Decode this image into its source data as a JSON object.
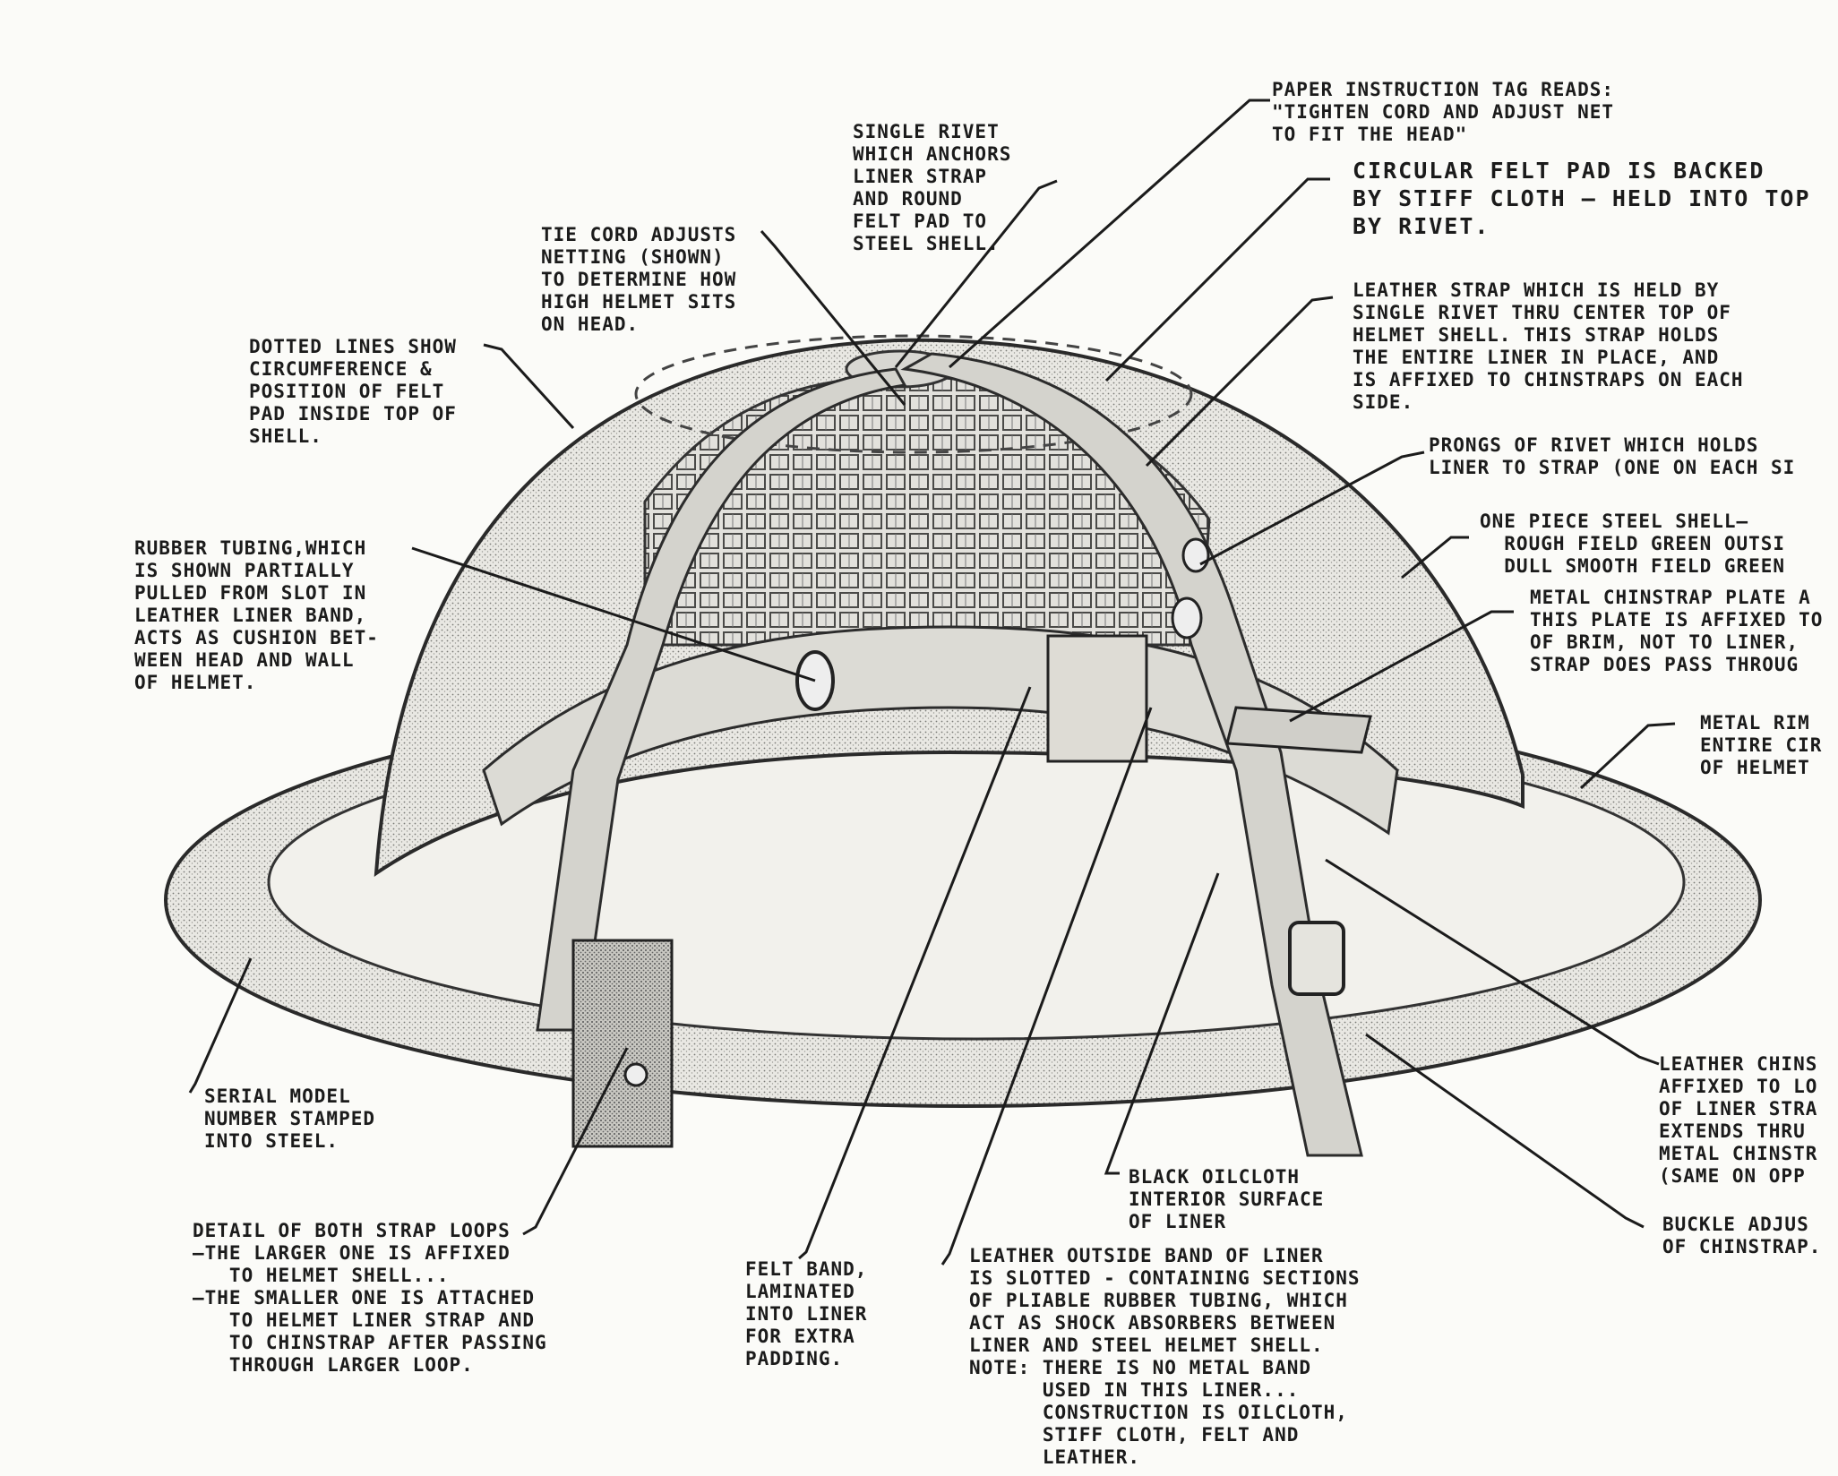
{
  "callouts": {
    "paper_tag": [
      "PAPER INSTRUCTION TAG READS:",
      "\"TIGHTEN CORD AND ADJUST NET",
      "TO FIT THE HEAD\""
    ],
    "single_rivet": [
      "SINGLE RIVET",
      "WHICH ANCHORS",
      "LINER STRAP",
      "AND ROUND",
      "FELT PAD TO",
      "STEEL SHELL."
    ],
    "felt_pad": [
      "CIRCULAR FELT PAD IS BACKED",
      "BY STIFF CLOTH — HELD INTO TOP",
      "BY RIVET."
    ],
    "tie_cord": [
      "TIE CORD ADJUSTS",
      "NETTING (SHOWN)",
      "TO DETERMINE HOW",
      "HIGH HELMET SITS",
      "ON HEAD."
    ],
    "leather_strap": [
      "LEATHER STRAP WHICH IS HELD BY",
      "SINGLE RIVET THRU CENTER TOP OF",
      "HELMET SHELL. THIS STRAP HOLDS",
      "THE ENTIRE LINER IN PLACE, AND",
      "IS AFFIXED TO CHINSTRAPS ON EACH",
      "SIDE."
    ],
    "dotted_lines": [
      "DOTTED LINES SHOW",
      "CIRCUMFERENCE &",
      "POSITION OF FELT",
      "PAD INSIDE TOP OF",
      "SHELL."
    ],
    "prongs": [
      "PRONGS OF RIVET WHICH HOLDS",
      "LINER TO STRAP (ONE ON EACH SI"
    ],
    "steel_shell": [
      "ONE PIECE STEEL SHELL—",
      "  ROUGH FIELD GREEN OUTSI",
      "  DULL SMOOTH FIELD GREEN"
    ],
    "rubber_tubing": [
      "RUBBER TUBING,WHICH",
      "IS SHOWN PARTIALLY",
      "PULLED FROM SLOT IN",
      "LEATHER LINER BAND,",
      "ACTS AS CUSHION BET-",
      "WEEN HEAD AND WALL",
      "OF HELMET."
    ],
    "chinstrap_plate": [
      "METAL CHINSTRAP PLATE A",
      "THIS PLATE IS AFFIXED TO",
      "OF BRIM, NOT TO LINER,",
      "STRAP DOES PASS THROUG"
    ],
    "metal_rim": [
      "METAL RIM",
      "ENTIRE CIR",
      "OF HELMET"
    ],
    "serial": [
      "SERIAL MODEL",
      "NUMBER STAMPED",
      "INTO STEEL."
    ],
    "leather_chinstrap": [
      "LEATHER CHINS",
      "AFFIXED TO LO",
      "OF LINER STRA",
      "EXTENDS THRU",
      "METAL CHINSTR",
      "(SAME ON OPP"
    ],
    "oilcloth": [
      "BLACK OILCLOTH",
      "INTERIOR SURFACE",
      "OF LINER"
    ],
    "buckle": [
      "BUCKLE ADJUS",
      "OF CHINSTRAP."
    ],
    "strap_loops": [
      "DETAIL OF BOTH STRAP LOOPS",
      "—THE LARGER ONE IS AFFIXED",
      "   TO HELMET SHELL...",
      "—THE SMALLER ONE IS ATTACHED",
      "   TO HELMET LINER STRAP AND",
      "   TO CHINSTRAP AFTER PASSING",
      "   THROUGH LARGER LOOP."
    ],
    "felt_band": [
      "FELT BAND,",
      "LAMINATED",
      "INTO LINER",
      "FOR EXTRA",
      "PADDING."
    ],
    "outside_band": [
      "LEATHER OUTSIDE BAND OF LINER",
      "IS SLOTTED - CONTAINING SECTIONS",
      "OF PLIABLE RUBBER TUBING, WHICH",
      "ACT AS SHOCK ABSORBERS BETWEEN",
      "LINER AND STEEL HELMET SHELL.",
      "NOTE: THERE IS NO METAL BAND",
      "      USED IN THIS LINER...",
      "      CONSTRUCTION IS OILCLOTH,",
      "      STIFF CLOTH, FELT AND",
      "      LEATHER."
    ]
  }
}
